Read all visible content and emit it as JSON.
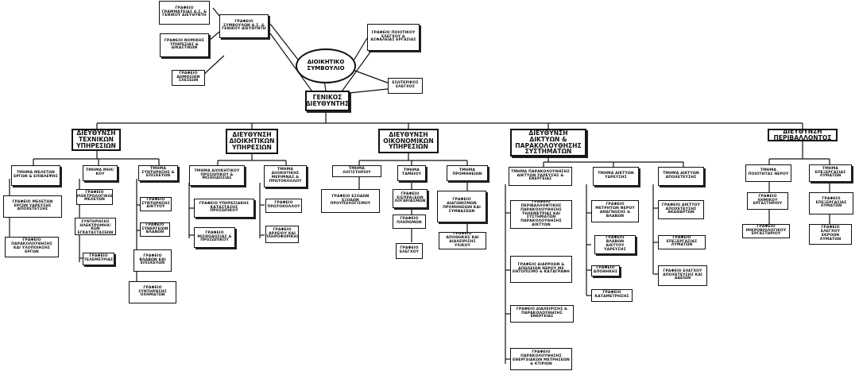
{
  "board": {
    "label": "ΔΙΟΙΚΗΤΙΚΟ ΣΥΜΒΟΥΛΙΟ"
  },
  "gm": {
    "label": "ΓΕΝΙΚΟΣ ΔΙΕΥΘΥΝΤΗΣ"
  },
  "staff": {
    "secretariat": "ΓΡΑΦΕΙΟ ΓΡΑΜΜΑΤΕΙΑΣ Δ.Σ. & ΓΕΝΙΚΟΥ ΔΙΕΥΘΥΝΤΗ",
    "adviser": "ΓΡΑΦΕΙΟ ΣΥΜΒΟΥΛΩΝ Δ.Σ. & ΓΕΝΙΚΟΥ ΔΙΕΥΘΥΝΤΗ",
    "legal": "ΓΡΑΦΕΙΟ ΝΟΜΙΚΗΣ ΥΠΗΡΕΣΙΑΣ & ΔΙΚΑΣΤΙΚΩΝ",
    "pr": "ΓΡΑΦΕΙΟ ΔΗΜΟΣΙΩΝ ΣΧΕΣΕΩΝ",
    "quality": "ΓΡΑΦΕΙΟ ΠΟΙΟΤΙΚΟΥ ΕΛΕΓΧΟΥ & ΑΣΦΑΛΕΙΑΣ ΕΡΓΑΣΙΑΣ",
    "audit": "ΕΣΩΤΕΡΙΚΟΣ ΕΛΕΓΧΟΣ"
  },
  "directorates": [
    {
      "title": "ΔΙΕΥΘΥΝΣΗ ΤΕΧΝΙΚΩΝ ΥΠΗΡΕΣΙΩΝ",
      "depts": [
        {
          "title": "ΤΜΗΜΑ ΜΕΛΕΤΩΝ ΕΡΓΩΝ & ΕΠΙΒΛΕΨΗΣ",
          "offices": [
            "ΓΡΑΦΕΙΟ ΜΕΛΕΤΩΝ ΕΡΓΩΝ ΥΔΡΕΥΣΗΣ ΑΠΟΧΕΤΕΥΣΗΣ",
            "ΓΡΑΦΕΙΟ ΠΑΡΑΚΟΛΟΥΘΗΣΗΣ ΚΑΙ ΥΛΟΠΟΙΗΣΗΣ ΕΡΓΩΝ"
          ]
        },
        {
          "title": "ΤΜΗΜΑ ΜΗΧ/ΚΟΥ",
          "offices": [
            "ΓΡΑΦΕΙΟ ΗΛΕΚΤΡΟΛΟΓΙΚΩΝ ΜΕΛΕΤΩΝ",
            "ΓΡΑΦΕΙΟ ΣΥΝΤΗΡΗΣΗΣ ΗΛΕΚΤΡΟΜΗΧ/ΚΩΝ ΕΓΚΑΤΑΣΤΑΣΕΩΝ",
            "ΓΡΑΦΕΙΟ ΤΕΛΕΜΕΤΡΙΑΣ"
          ]
        },
        {
          "title": "ΤΜΗΜΑ ΣΥΝΤΗΡΗΣΗΣ & ΕΠΙΣΚΕΥΩΝ",
          "offices": [
            "ΓΡΑΦΕΙΟ ΣΥΝΤΗΡΗΣΗΣ ΔΙΚΤΥΟΥ",
            "ΓΡΑΦΕΙΟ ΣΥΝΕΡΓΕΙΩΝ ΒΛΑΒΩΝ",
            "ΓΡΑΦΕΙΟ ΒΛΑΒΩΝ ΚΑΙ ΕΠΙΣΚΕΥΩΝ",
            "ΓΡΑΦΕΙΟ ΣΥΝΤΗΡΗΣΗΣ ΟΧΗΜΑΤΩΝ"
          ]
        }
      ]
    },
    {
      "title": "ΔΙΕΥΘΥΝΣΗ ΔΙΟΙΚΗΤΙΚΩΝ ΥΠΗΡΕΣΙΩΝ",
      "depts": [
        {
          "title": "ΤΜΗΜΑ ΔΙΟΙΚΗΤΙΚΟΥ ΠΡΟΣΩΠΙΚΟΥ & ΜΙΣΘΟΔΟΣΙΑΣ",
          "offices": [
            "ΓΡΑΦΕΙΟ ΥΠΗΡΕΣΙΑΚΗΣ ΚΑΤΑΣΤΑΣΗΣ ΠΡΟΣΩΠΙΚΟΥ",
            "ΓΡΑΦΕΙΟ ΜΙΣΘΟΔΟΣΙΑΣ & ΠΡΟΣΩΠΙΚΟΥ"
          ]
        },
        {
          "title": "ΤΜΗΜΑ ΔΙΟΙΚΗΤΙΚΗΣ ΜΕΡΙΜΝΑΣ & ΠΡΩΤΟΚΟΛΛΟΥ",
          "offices": [
            "ΓΡΑΦΕΙΟ ΠΡΩΤΟΚΟΛΛΟΥ",
            "ΓΡΑΦΕΙΟ ΑΡΧΕΙΟΥ ΚΑΙ ΠΛΗΡΟΦΟΡΙΚΗΣ"
          ]
        }
      ]
    },
    {
      "title": "ΔΙΕΥΘΥΝΣΗ ΟΙΚΟΝΟΜΙΚΩΝ ΥΠΗΡΕΣΙΩΝ",
      "depts": [
        {
          "title": "ΤΜΗΜΑ ΛΟΓΙΣΤΗΡΙΟΥ",
          "offices": [
            "ΓΡΑΦΕΙΟ ΕΣΟΔΩΝ ΕΞΟΔΩΝ ΠΡΟΥΠΟΛΟΓΙΣΜΟΥ"
          ]
        },
        {
          "title": "ΤΜΗΜΑ ΤΑΜΕΙΟΥ",
          "offices": [
            "ΓΡΑΦΕΙΟ ΕΙΣΠΡΑΞΕΩΝ ΛΟΓΑΡΙΑΣΜΩΝ",
            "ΓΡΑΦΕΙΟ ΠΛΗΡΩΜΩΝ",
            "ΓΡΑΦΕΙΟ ΕΛΕΓΧΟΥ"
          ]
        },
        {
          "title": "ΤΜΗΜΑ ΠΡΟΜΗΘΕΙΩΝ",
          "offices": [
            "ΓΡΑΦΕΙΟ ΔΙΑΓΩΝΙΣΜΩΝ ΠΡΟΜΗΘΕΙΩΝ ΚΑΙ ΣΥΜΒΑΣΕΩΝ",
            "ΓΡΑΦΕΙΟ ΑΠΟΘΗΚΗΣ ΚΑΙ ΔΙΑΧΕΙΡΙΣΗΣ ΥΛΙΚΟΥ"
          ]
        }
      ]
    },
    {
      "title": "ΔΙΕΥΘΥΝΣΗ ΔΙΚΤΥΩΝ & ΠΑΡΑΚΟΛΟΥΘΗΣΗΣ ΣΥΣΤΗΜΑΤΩΝ",
      "depts": [
        {
          "title": "ΤΜΗΜΑ ΠΑΡΑΚΟΛΟΥΘΗΣΗΣ ΔΙΚΤΥΩΝ ΥΔΡΕΥΣΗΣ & ΕΝΕΡΓΕΙΑΣ",
          "offices": [
            "ΓΡΑΦΕΙΟ ΠΕΡΙΒΑΛΛΟΝΤΙΚΗΣ ΠΑΡΑΚΟΛΟΥΘΗΣΗΣ ΤΗΛΕΜΕΤΡΙΑΣ ΚΑΙ ΣΥΣΤΗΜΑΤΩΝ ΠΑΡΑΚΟΛΟΥΘΗΣΗΣ ΔΙΚΤΥΩΝ",
            "ΓΡΑΦΕΙΟ ΔΙΑΡΡΟΩΝ & ΑΠΩΛΕΙΩΝ ΝΕΡΟΥ ΜΕ ΕΝΤΟΠΙΣΜΟ & ΚΑΤΑΓΡΑΦΗ",
            "ΓΡΑΦΕΙΟ ΔΙΑΧΕΙΡΙΣΗΣ & ΠΑΡΑΚΟΛΟΥΘΗΣΗΣ ΕΝΕΡΓΕΙΑΣ",
            "ΓΡΑΦΕΙΟ ΠΑΡΑΚΟΛΟΥΘΗΣΗΣ ΕΝΕΡΓΕΙΑΚΩΝ ΜΕΤΡΗΣΕΩΝ & ΚΤΙΡΙΩΝ"
          ]
        },
        {
          "title": "ΤΜΗΜΑ ΔΙΚΤΥΩΝ ΥΔΡΕΥΣΗΣ",
          "offices": [
            "ΓΡΑΦΕΙΟ ΜΕΤΡΗΤΩΝ ΝΕΡΟΥ ΑΝΑΓΝΩΣΗΣ & ΒΛΑΒΩΝ",
            "ΓΡΑΦΕΙΟ ΒΛΑΒΩΝ ΔΙΚΤΥΟΥ ΥΔΡΕΥΣΗΣ",
            "ΓΡΑΦΕΙΟ ΑΠΟΘΗΚΗΣ",
            "ΓΡΑΦΕΙΟ ΚΑΤΑΜΕΤΡΗΣΗΣ"
          ]
        },
        {
          "title": "ΤΜΗΜΑ ΔΙΚΤΥΩΝ ΑΠΟΧΕΤΕΥΣΗΣ",
          "offices": [
            "ΓΡΑΦΕΙΟ ΔΙΚΤΥΟΥ ΑΠΟΧΕΤΕΥΣΗΣ ΑΚΑΘΑΡΤΩΝ",
            "ΓΡΑΦΕΙΟ ΕΠΕΞΕΡΓΑΣΙΑΣ ΛΥΜΑΤΩΝ",
            "ΓΡΑΦΕΙΟ ΕΛΕΓΧΟΥ ΑΠΟΧΕΤΕΥΣΗΣ ΚΑΙ ΑΔΕΙΩΝ"
          ]
        }
      ]
    },
    {
      "title": "ΔΙΕΥΘΥΝΣΗ ΠΕΡΙΒΑΛΛΟΝΤΟΣ",
      "depts": [
        {
          "title": "ΤΜΗΜΑ ΠΟΙΟΤΗΤΑΣ ΝΕΡΟΥ",
          "offices": [
            "ΓΡΑΦΕΙΟ ΧΗΜΙΚΟΥ ΕΡΓΑΣΤΗΡΙΟΥ",
            "ΓΡΑΦΕΙΟ ΜΙΚΡΟΒΙΟΛΟΓΙΚΟΥ ΕΡΓΑΣΤΗΡΙΟΥ"
          ]
        },
        {
          "title": "ΤΜΗΜΑ ΕΠΕΞΕΡΓΑΣΙΑΣ ΛΥΜΑΤΩΝ",
          "offices": [
            "ΓΡΑΦΕΙΟ ΕΠΕΞΕΡΓΑΣΙΑΣ ΛΥΜΑΤΩΝ",
            "ΓΡΑΦΕΙΟ ΕΛΕΓΧΟΥ ΕΚΡΟΩΝ ΛΥΜΑΤΩΝ"
          ]
        }
      ]
    }
  ]
}
